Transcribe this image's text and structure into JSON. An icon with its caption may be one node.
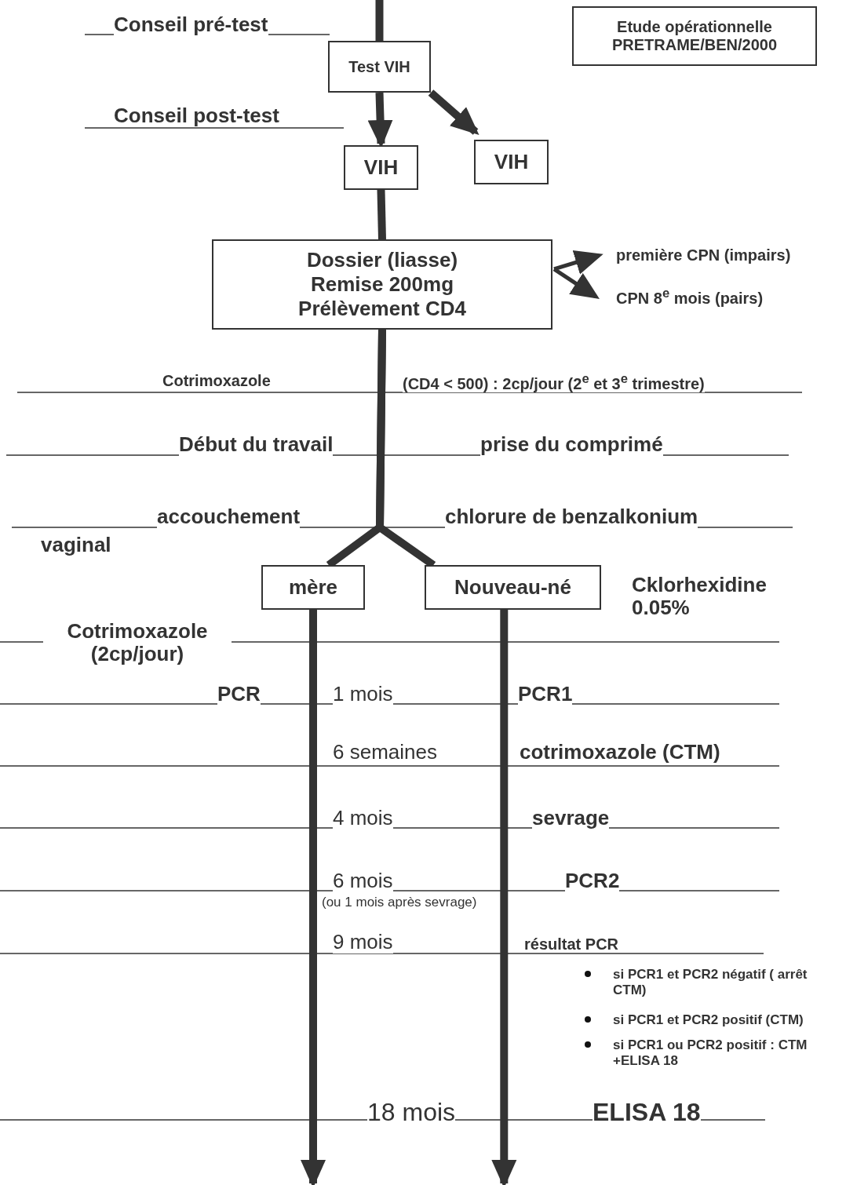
{
  "diagram": {
    "nodes": [
      {
        "text": [
          "Etude opérationnelle PRETRAME/BEN/2000"
        ]
      },
      {
        "text": [
          "Test VIH"
        ]
      },
      {
        "text": [
          "VIH"
        ]
      },
      {
        "text": [
          "VIH"
        ]
      },
      {
        "text": [
          "Dossier (liasse)",
          "Remise 200mg",
          "Prélèvement CD4"
        ]
      },
      {
        "text": [
          "première CPN (impairs)"
        ]
      },
      {
        "text": [
          "CPN 8$^{e}$ mois (pairs)"
        ]
      },
      {
        "text": [
          "mère"
        ]
      },
      {
        "text": [
          "Nouveau-né"
        ]
      }
    ],
    "edges": [
      {
        "from": null,
        "to": 1,
        "arrow": "none"
      },
      {
        "from": 1,
        "to": 2,
        "arrow": "to"
      },
      {
        "from": 1,
        "to": 3,
        "arrow": "to"
      },
      {
        "from": 2,
        "to": 4,
        "arrow": "none"
      },
      {
        "from": 4,
        "to": 5,
        "arrow": "to"
      },
      {
        "from": 4,
        "to": 6,
        "arrow": "to"
      },
      {
        "from": 4,
        "to": 7,
        "arrow": "none"
      },
      {
        "from": 4,
        "to": 8,
        "arrow": "none"
      },
      {
        "from": 7,
        "to": null,
        "arrow": "to"
      },
      {
        "from": 8,
        "to": null,
        "arrow": "to"
      }
    ],
    "labels": [
      "Conseil pré-test",
      "Conseil post-test",
      "Cotrimoxazole",
      "(CD4 < 500) : 2cp/jour (2$^{e}$ et 3$^{e}$ trimestre)",
      "Début du travail",
      "prise du comprimé",
      "accouchement",
      "chlorure de benzalkonium",
      "vaginal",
      "Cklorhexidine 0.05%",
      "Cotrimoxazole (2cp/jour)",
      "PCR",
      "1 mois",
      "PCR1",
      "6 semaines",
      "cotrimoxazole (CTM)",
      "4 mois",
      "sevrage",
      "6 mois",
      "PCR2",
      "(ou 1 mois après sevrage)",
      "9 mois",
      "résultat PCR",
      "si PCR1 et PCR2 négatif ( arrêt CTM)",
      "si PCR1 et PCR2 positif (CTM)",
      "si PCR1 ou PCR2 positif : CTM +ELISA 18",
      "18 mois",
      "ELISA 18"
    ]
  }
}
